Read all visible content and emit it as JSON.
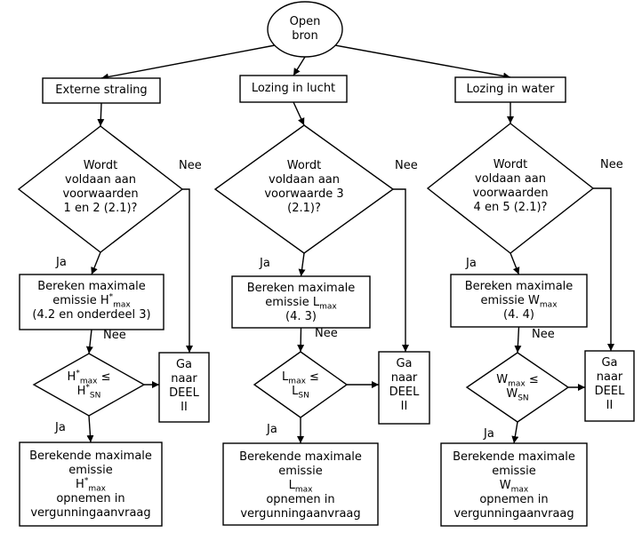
{
  "root": {
    "line1": "Open",
    "line2": "bron"
  },
  "annotations": {
    "no": "Nee",
    "yes": "Ja"
  },
  "columns": [
    {
      "header": "Externe straling",
      "question": [
        "Wordt",
        "voldaan aan",
        "voorwaarden",
        "1 en 2 (2.1)?"
      ],
      "calc": {
        "pre": "Bereken maximale",
        "emissie": "emissie",
        "sym": "H",
        "sup": "*",
        "sub": "max",
        "ref": "(4.2 en onderdeel 3)"
      },
      "compare": {
        "l_sym": "H",
        "l_sup": "*",
        "l_sub": "max",
        "op": "≤",
        "r_sym": "H",
        "r_sup": "*",
        "r_sub": "SN"
      },
      "result": {
        "l1": "Berekende maximale",
        "l2": "emissie",
        "sym": "H",
        "sup": "*",
        "sub": "max",
        "l4": "opnemen in",
        "l5": "vergunningaanvraag"
      },
      "goto": [
        "Ga",
        "naar",
        "DEEL",
        "II"
      ]
    },
    {
      "header": "Lozing in lucht",
      "question": [
        "Wordt",
        "voldaan aan",
        "voorwaarde 3",
        "(2.1)?"
      ],
      "calc": {
        "pre": "Bereken maximale",
        "emissie": "emissie",
        "sym": "L",
        "sup": "",
        "sub": "max",
        "ref": "(4. 3)"
      },
      "compare": {
        "l_sym": "L",
        "l_sup": "",
        "l_sub": "max",
        "op": "≤",
        "r_sym": "L",
        "r_sup": "",
        "r_sub": "SN"
      },
      "result": {
        "l1": "Berekende maximale",
        "l2": "emissie",
        "sym": "L",
        "sup": "",
        "sub": "max",
        "l4": "opnemen in",
        "l5": "vergunningaanvraag"
      },
      "goto": [
        "Ga",
        "naar",
        "DEEL",
        "II"
      ]
    },
    {
      "header": "Lozing in water",
      "question": [
        "Wordt",
        "voldaan aan",
        "voorwaarden",
        "4 en 5 (2.1)?"
      ],
      "calc": {
        "pre": "Bereken maximale",
        "emissie": "emissie",
        "sym": "W",
        "sup": "",
        "sub": "max",
        "ref": "(4. 4)"
      },
      "compare": {
        "l_sym": "W",
        "l_sup": "",
        "l_sub": "max",
        "op": "≤",
        "r_sym": "W",
        "r_sup": "",
        "r_sub": "SN"
      },
      "result": {
        "l1": "Berekende maximale",
        "l2": "emissie",
        "sym": "W",
        "sup": "",
        "sub": "max",
        "l4": "opnemen in",
        "l5": "vergunningaanvraag"
      },
      "goto": [
        "Ga",
        "naar",
        "DEEL",
        "II"
      ]
    }
  ]
}
